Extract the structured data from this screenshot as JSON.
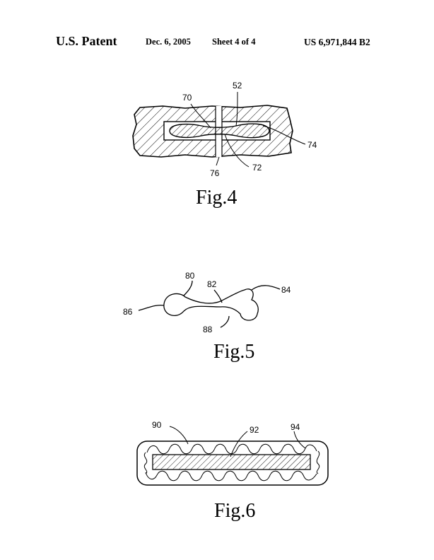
{
  "header": {
    "title": "U.S. Patent",
    "date": "Dec. 6, 2005",
    "sheet": "Sheet 4 of 4",
    "patent_number": "US 6,971,844 B2"
  },
  "figures": [
    {
      "caption": "Fig.4",
      "labels": [
        "52",
        "70",
        "74",
        "76",
        "72"
      ]
    },
    {
      "caption": "Fig.5",
      "labels": [
        "80",
        "82",
        "84",
        "86",
        "88"
      ]
    },
    {
      "caption": "Fig.6",
      "labels": [
        "90",
        "92",
        "94"
      ]
    }
  ]
}
